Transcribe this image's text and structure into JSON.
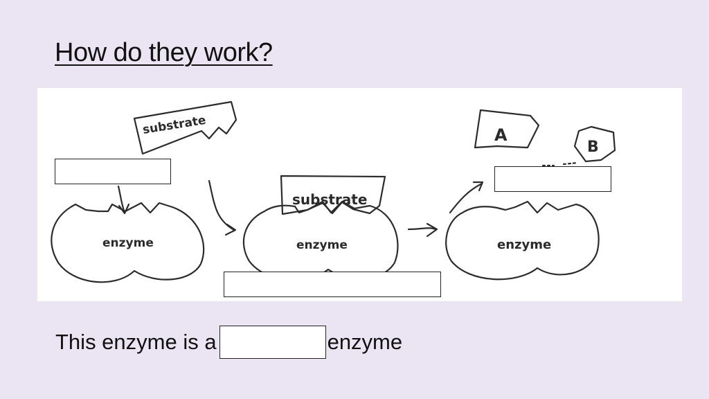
{
  "slide": {
    "title": "How do they work?"
  },
  "diagram": {
    "stage1": {
      "substrate_label": "substrate",
      "enzyme_label": "enzyme"
    },
    "stage2": {
      "substrate_label": "substrate",
      "enzyme_label": "enzyme"
    },
    "stage3": {
      "product_a_label": "A",
      "product_b_label": "B",
      "enzyme_label": "enzyme"
    },
    "answer_boxes": [
      "",
      "",
      ""
    ]
  },
  "sentence": {
    "prefix": "This enzyme is a",
    "suffix": "enzyme",
    "blank": ""
  },
  "colors": {
    "background": "#ebe4f2",
    "panel": "#ffffff",
    "ink": "#2b2b2b"
  }
}
